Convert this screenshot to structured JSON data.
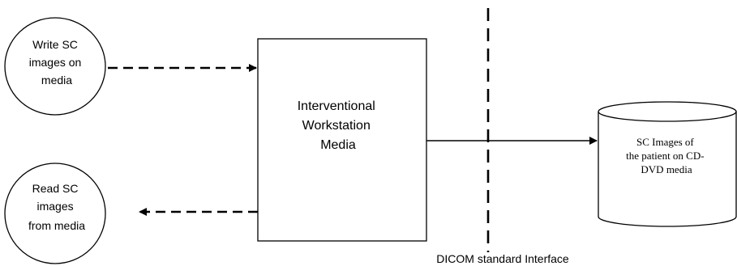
{
  "nodes": {
    "write_circle": {
      "lines": [
        "Write SC",
        "images on",
        "media"
      ]
    },
    "read_circle": {
      "lines": [
        "Read SC",
        "images",
        "from media"
      ]
    },
    "workstation_box": {
      "lines": [
        "Interventional",
        "Workstation",
        "Media"
      ]
    },
    "storage_cylinder": {
      "lines": [
        "SC Images of",
        "the patient on CD-",
        "DVD media"
      ]
    }
  },
  "interface_label": "DICOM standard Interface",
  "colors": {
    "stroke": "#000000",
    "background": "#ffffff"
  }
}
